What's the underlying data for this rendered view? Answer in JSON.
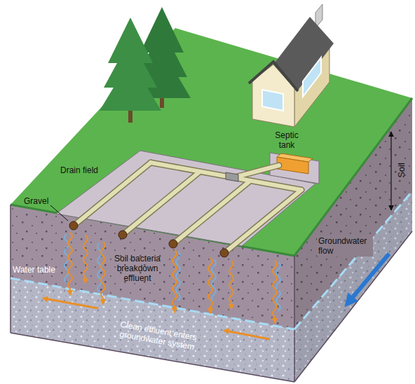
{
  "diagram": {
    "labels": [
      "Septic tank",
      "Drain field",
      "Soil",
      "Gravel",
      "Groundwater flow",
      "Soil bacteria breakdown effluent",
      "Water table",
      "Clean effluent enters groundwater system"
    ]
  }
}
